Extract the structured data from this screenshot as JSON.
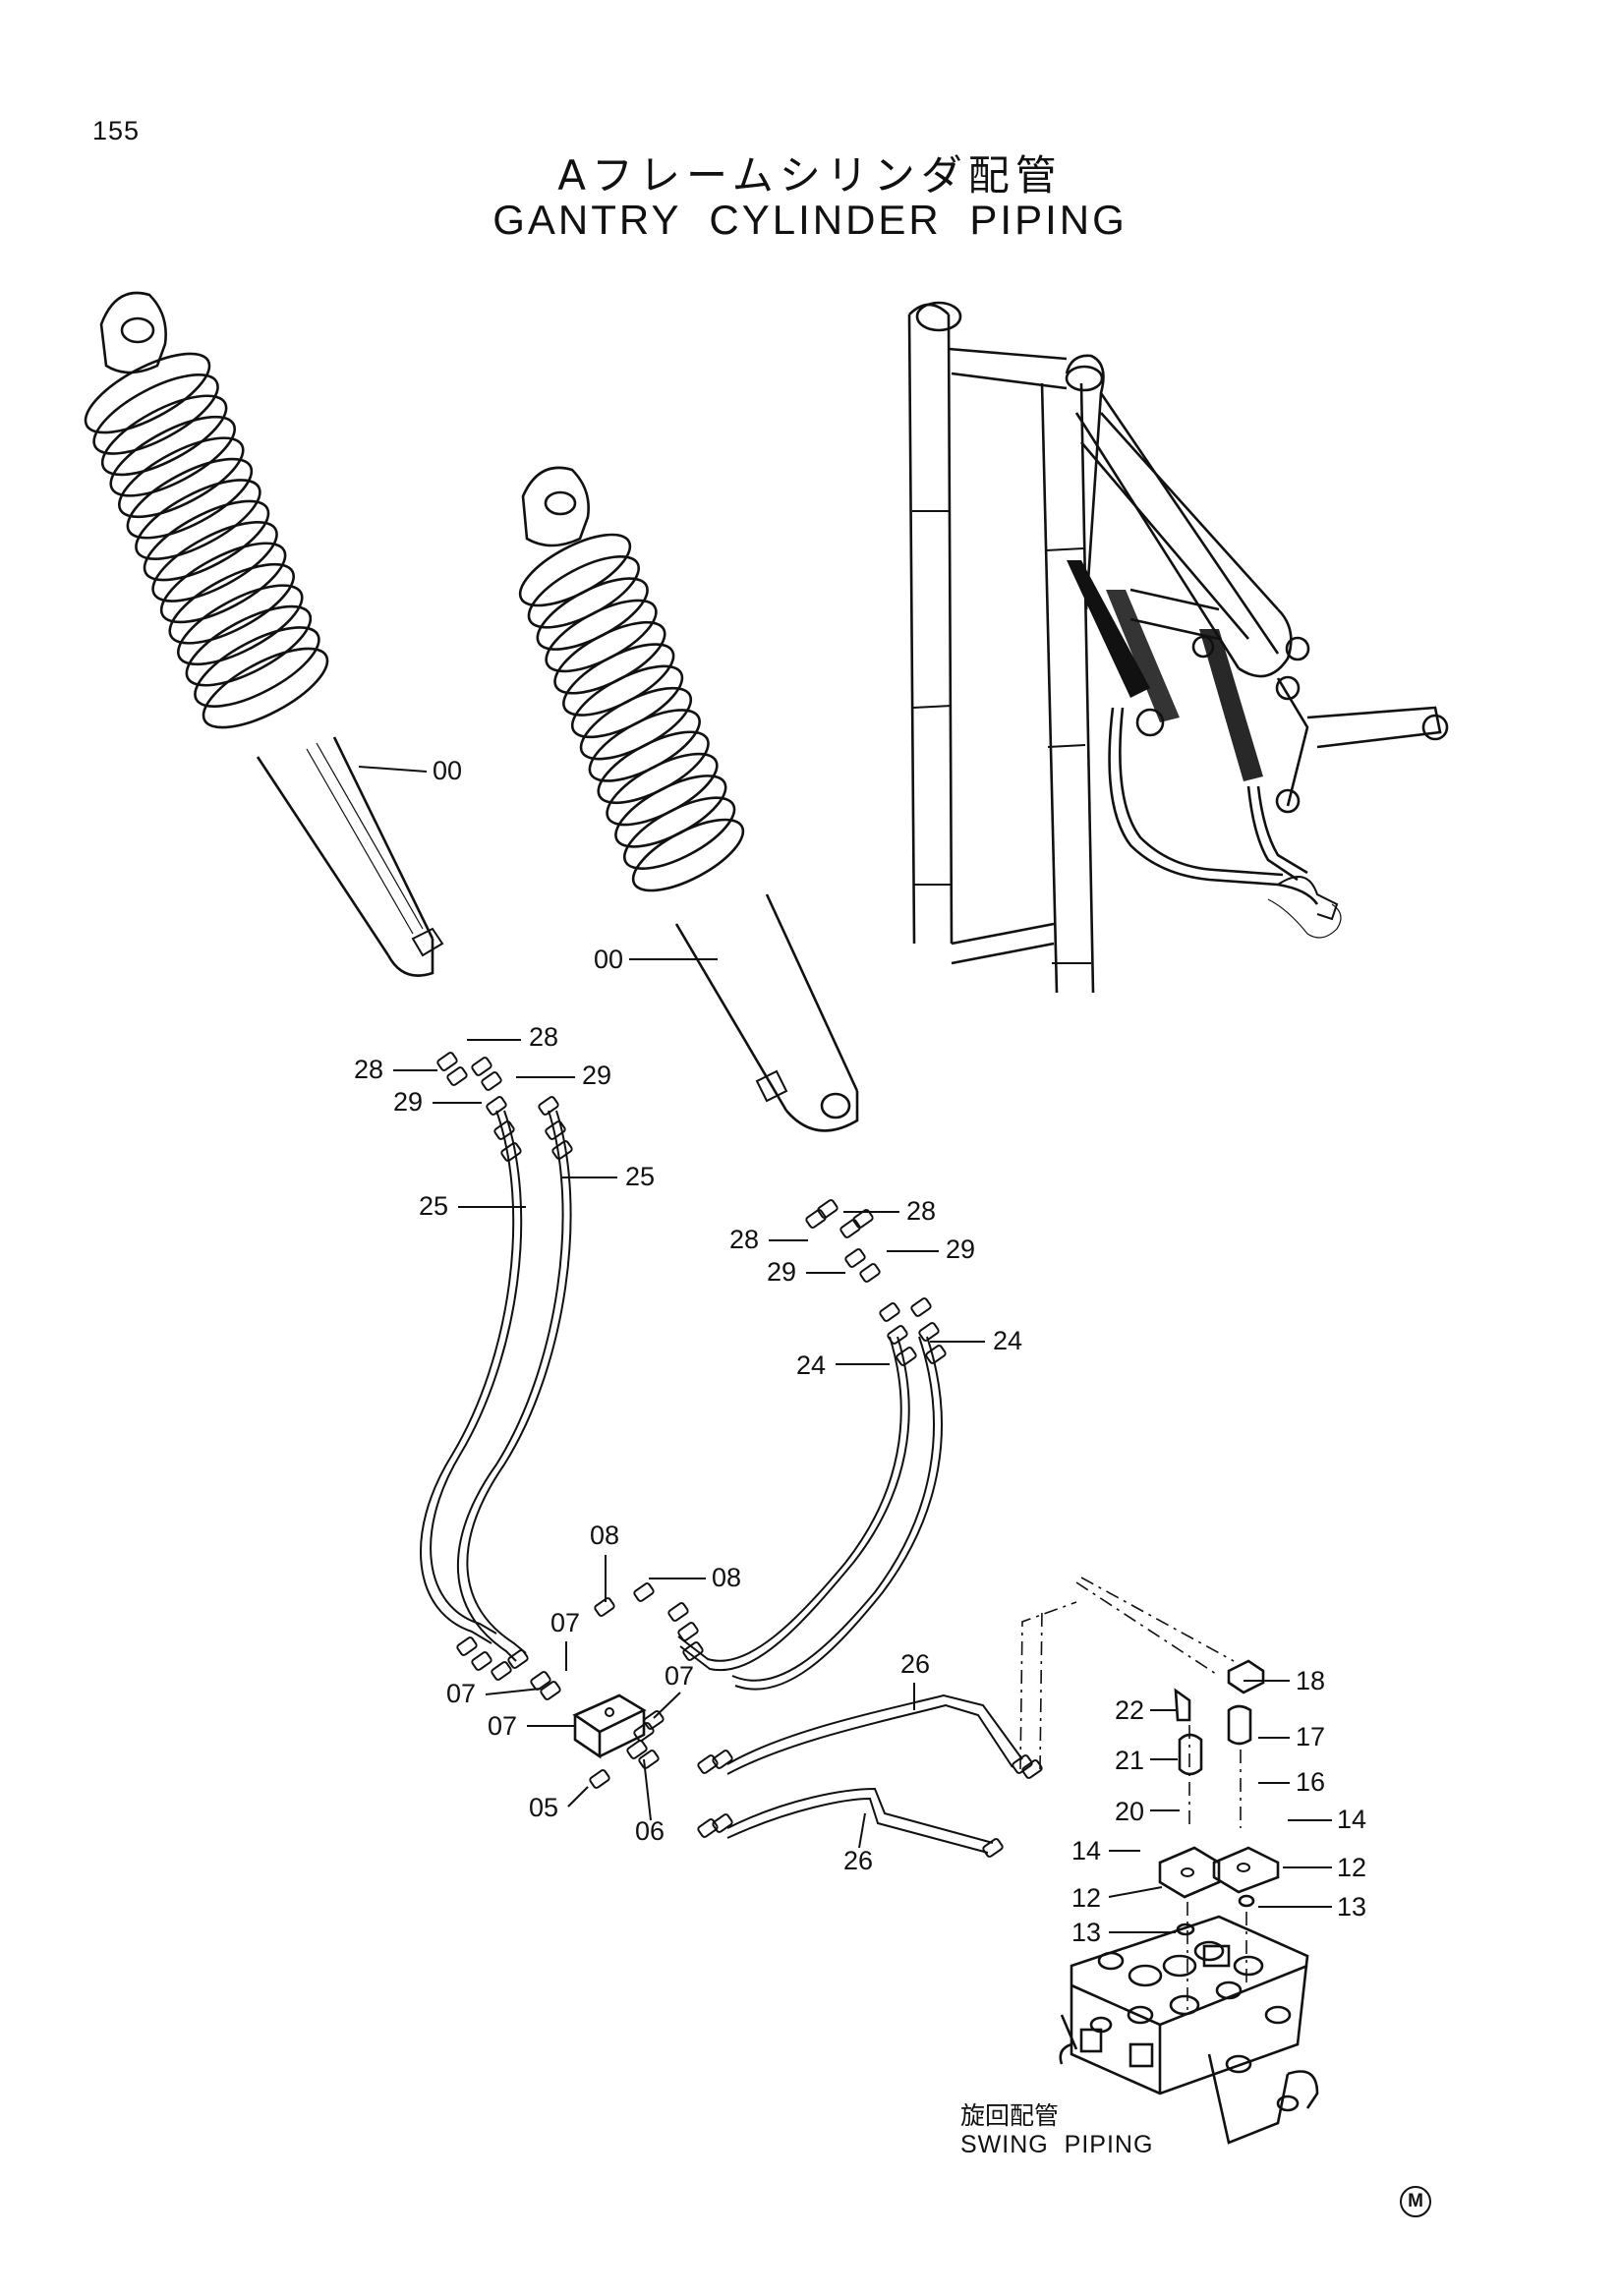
{
  "page_number": "155",
  "title_jp": "Aフレームシリンダ配管",
  "title_en": "GANTRY CYLINDER PIPING",
  "swing_caption_jp": "旋回配管",
  "swing_caption_en": "SWING PIPING",
  "mark": "M",
  "callouts": [
    {
      "label": "00"
    },
    {
      "label": "00"
    },
    {
      "label": "28"
    },
    {
      "label": "28"
    },
    {
      "label": "29"
    },
    {
      "label": "29"
    },
    {
      "label": "25"
    },
    {
      "label": "25"
    },
    {
      "label": "28"
    },
    {
      "label": "28"
    },
    {
      "label": "29"
    },
    {
      "label": "29"
    },
    {
      "label": "24"
    },
    {
      "label": "24"
    },
    {
      "label": "08"
    },
    {
      "label": "08"
    },
    {
      "label": "07"
    },
    {
      "label": "07"
    },
    {
      "label": "07"
    },
    {
      "label": "07"
    },
    {
      "label": "05"
    },
    {
      "label": "06"
    },
    {
      "label": "26"
    },
    {
      "label": "26"
    },
    {
      "label": "18"
    },
    {
      "label": "22"
    },
    {
      "label": "17"
    },
    {
      "label": "21"
    },
    {
      "label": "16"
    },
    {
      "label": "20"
    },
    {
      "label": "14"
    },
    {
      "label": "14"
    },
    {
      "label": "12"
    },
    {
      "label": "12"
    },
    {
      "label": "13"
    },
    {
      "label": "13"
    }
  ]
}
